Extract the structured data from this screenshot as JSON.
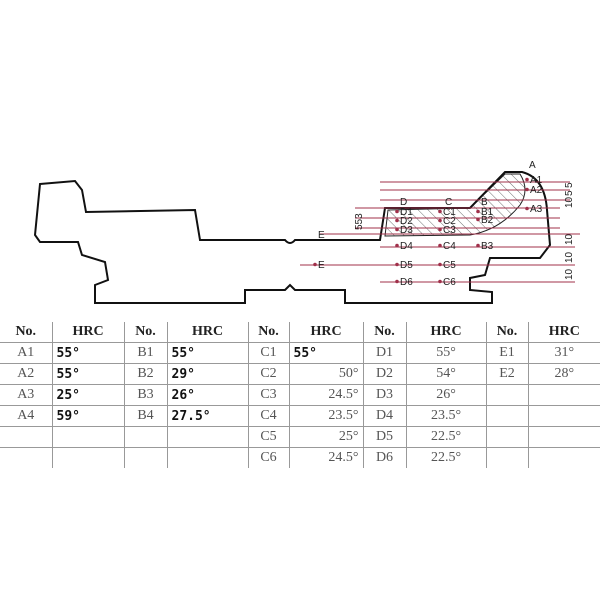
{
  "diagram": {
    "section_labels": [
      "A",
      "B",
      "C",
      "D",
      "E"
    ],
    "points": [
      "A1",
      "A2",
      "A3",
      "B1",
      "B2",
      "B3",
      "C1",
      "C2",
      "C3",
      "C4",
      "C5",
      "C6",
      "D1",
      "D2",
      "D3",
      "D4",
      "D5",
      "D6",
      "E"
    ],
    "dims_right": [
      "5",
      "5",
      "10",
      "10",
      "10",
      "10"
    ],
    "dims_left": "553",
    "line_color": "#a0304a"
  },
  "table": {
    "headers": [
      "No.",
      "HRC",
      "No.",
      "HRC",
      "No.",
      "HRC",
      "No.",
      "HRC",
      "No.",
      "HRC"
    ],
    "rows": [
      [
        "A1",
        "55°",
        "B1",
        "55°",
        "C1",
        "55°",
        "D1",
        "55°",
        "E1",
        "31°"
      ],
      [
        "A2",
        "55°",
        "B2",
        "29°",
        "C2",
        "50°",
        "D2",
        "54°",
        "E2",
        "28°"
      ],
      [
        "A3",
        "25°",
        "B3",
        "26°",
        "C3",
        "24.5°",
        "D3",
        "26°",
        "",
        ""
      ],
      [
        "A4",
        "59°",
        "B4",
        "27.5°",
        "C4",
        "23.5°",
        "D4",
        "23.5°",
        "",
        ""
      ],
      [
        "",
        "",
        "",
        "",
        "C5",
        "25°",
        "D5",
        "22.5°",
        "",
        ""
      ],
      [
        "",
        "",
        "",
        "",
        "C6",
        "24.5°",
        "D6",
        "22.5°",
        "",
        ""
      ]
    ]
  }
}
